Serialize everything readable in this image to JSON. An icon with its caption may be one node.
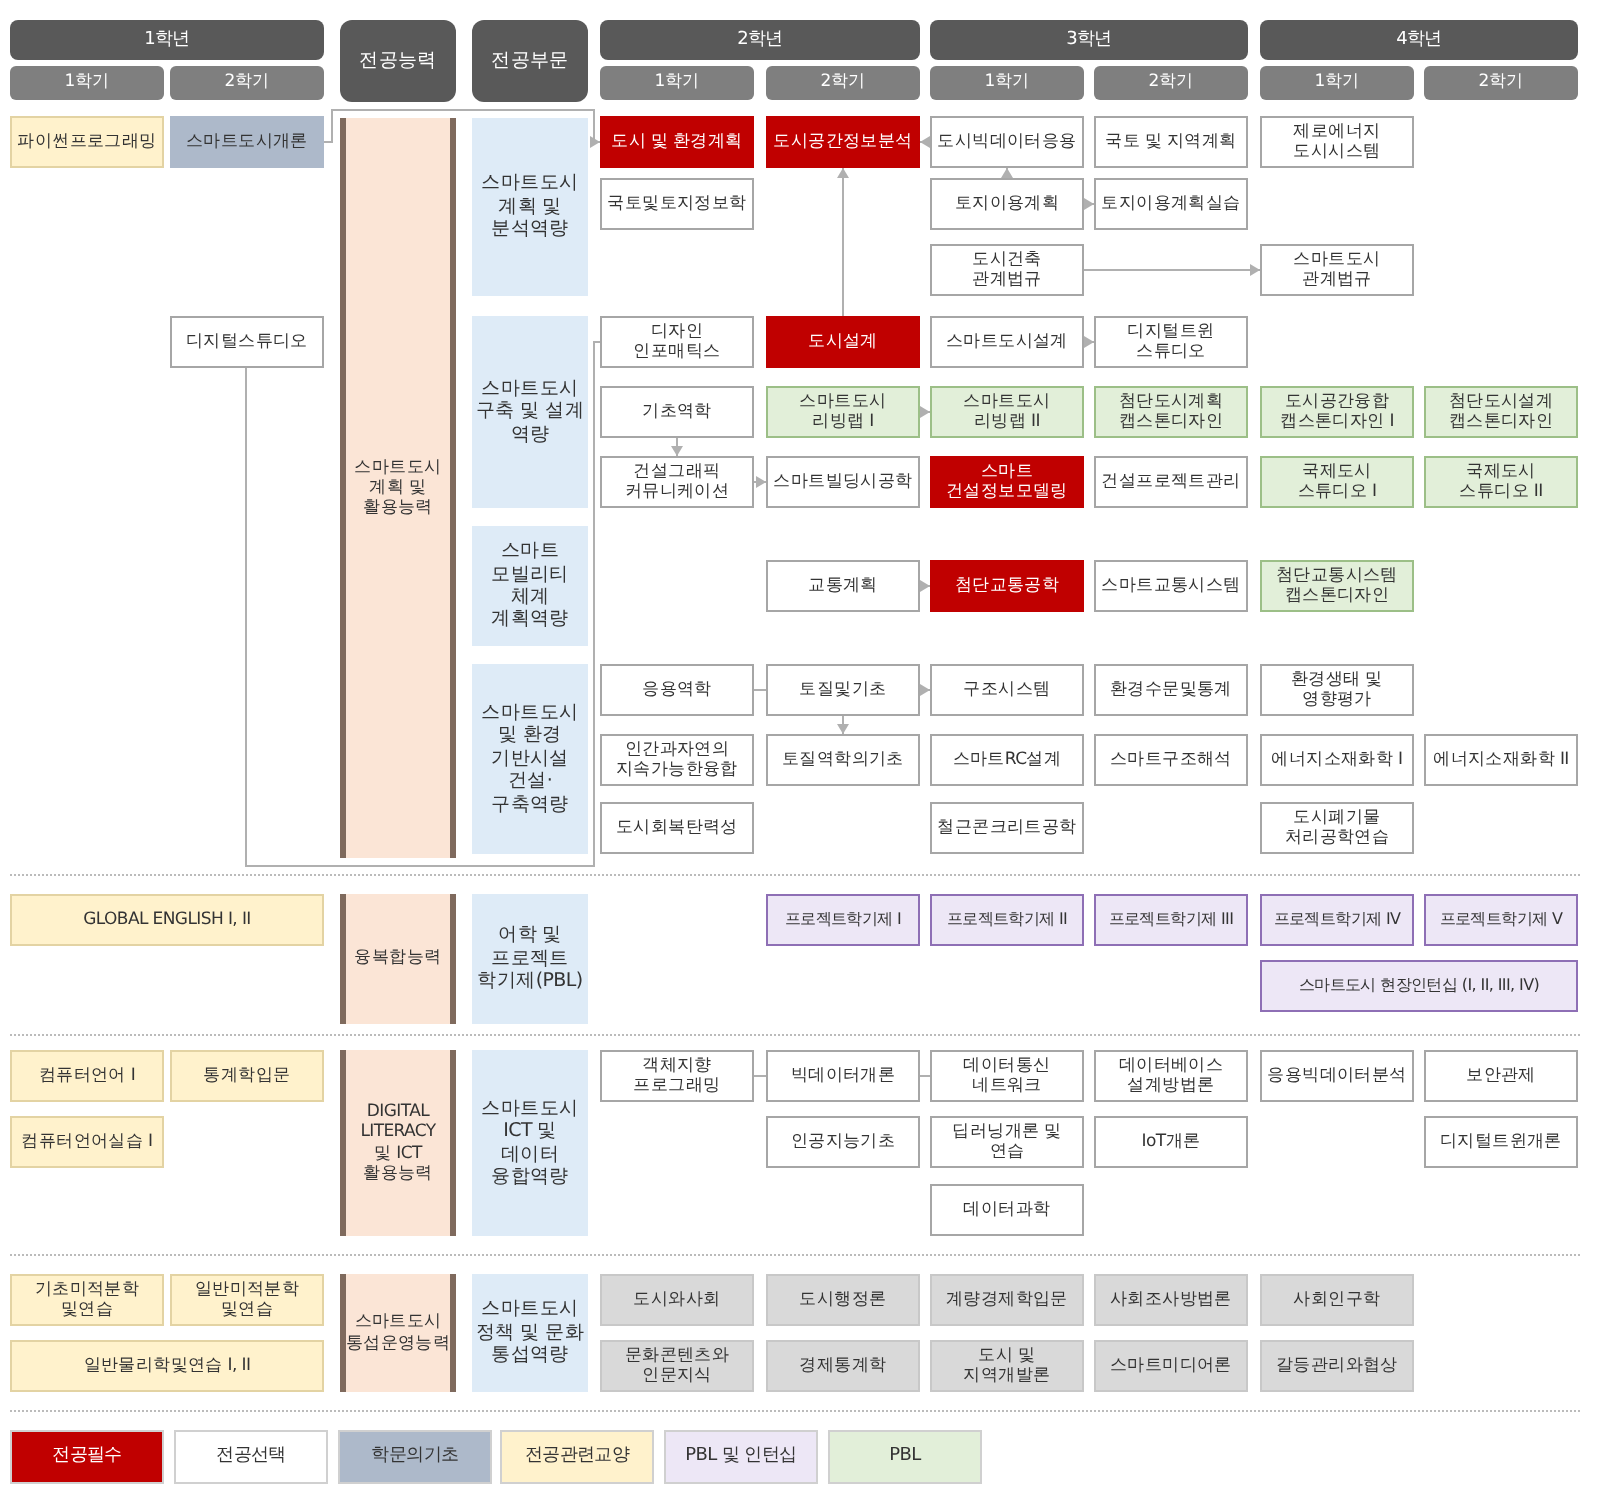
{
  "diagram": {
    "nodes": [
      {
        "text": [
          "1학년"
        ]
      },
      {
        "text": [
          "전공능력"
        ]
      },
      {
        "text": [
          "전공부문"
        ]
      },
      {
        "text": [
          "2학년"
        ]
      },
      {
        "text": [
          "3학년"
        ]
      },
      {
        "text": [
          "4학년"
        ]
      },
      {
        "text": [
          "1학기"
        ]
      },
      {
        "text": [
          "2학기"
        ]
      },
      {
        "text": [
          "1학기"
        ]
      },
      {
        "text": [
          "2학기"
        ]
      },
      {
        "text": [
          "1학기"
        ]
      },
      {
        "text": [
          "2학기"
        ]
      },
      {
        "text": [
          "1학기"
        ]
      },
      {
        "text": [
          "2학기"
        ]
      },
      {
        "text": [
          "파이썬프로그래밍"
        ]
      },
      {
        "text": [
          "스마트도시개론"
        ]
      },
      {
        "text": [
          "스마트도시 계획 및 활용능력"
        ]
      },
      {
        "text": [
          "스마트도시 계획 및 분석역량"
        ]
      },
      {
        "text": [
          "도시 및 환경계획"
        ]
      },
      {
        "text": [
          "도시공간정보분석"
        ]
      },
      {
        "text": [
          "도시빅데이터응용"
        ]
      },
      {
        "text": [
          "국토 및 지역계획"
        ]
      },
      {
        "text": [
          "제로에너지 도시시스템"
        ]
      },
      {
        "text": [
          "국토및토지정보학"
        ]
      },
      {
        "text": [
          "토지이용계획"
        ]
      },
      {
        "text": [
          "토지이용계획실습"
        ]
      },
      {
        "text": [
          "도시건축 관계법규"
        ]
      },
      {
        "text": [
          "스마트도시 관계법규"
        ]
      },
      {
        "text": [
          "디지털스튜디오"
        ]
      },
      {
        "text": [
          "스마트도시 구축 및 설계 역량"
        ]
      },
      {
        "text": [
          "디자인 인포매틱스"
        ]
      },
      {
        "text": [
          "도시설계"
        ]
      },
      {
        "text": [
          "스마트도시설계"
        ]
      },
      {
        "text": [
          "디지털트윈 스튜디오"
        ]
      },
      {
        "text": [
          "기초역학"
        ]
      },
      {
        "text": [
          "스마트도시 리빙랩 I"
        ]
      },
      {
        "text": [
          "스마트도시 리빙랩 II"
        ]
      },
      {
        "text": [
          "첨단도시계획 캡스톤디자인"
        ]
      },
      {
        "text": [
          "도시공간융합 캡스톤디자인 I"
        ]
      },
      {
        "text": [
          "첨단도시설계 캡스톤디자인"
        ]
      },
      {
        "text": [
          "건설그래픽 커뮤니케이션"
        ]
      },
      {
        "text": [
          "스마트빌딩시공학"
        ]
      },
      {
        "text": [
          "스마트 건설정보모델링"
        ]
      },
      {
        "text": [
          "건설프로젝트관리"
        ]
      },
      {
        "text": [
          "국제도시 스튜디오 I"
        ]
      },
      {
        "text": [
          "국제도시 스튜디오 II"
        ]
      },
      {
        "text": [
          "스마트 모빌리티 체계 계획역량"
        ]
      },
      {
        "text": [
          "교통계획"
        ]
      },
      {
        "text": [
          "첨단교통공학"
        ]
      },
      {
        "text": [
          "스마트교통시스템"
        ]
      },
      {
        "text": [
          "첨단교통시스템 캡스톤디자인"
        ]
      },
      {
        "text": [
          "스마트도시 및 환경 기반시설 건설·구축역량"
        ]
      },
      {
        "text": [
          "응용역학"
        ]
      },
      {
        "text": [
          "토질및기초"
        ]
      },
      {
        "text": [
          "구조시스템"
        ]
      },
      {
        "text": [
          "환경수문및통계"
        ]
      },
      {
        "text": [
          "환경생태 및 영향평가"
        ]
      },
      {
        "text": [
          "인간과자연의 지속가능한융합"
        ]
      },
      {
        "text": [
          "토질역학의기초"
        ]
      },
      {
        "text": [
          "스마트RC설계"
        ]
      },
      {
        "text": [
          "스마트구조해석"
        ]
      },
      {
        "text": [
          "에너지소재화학 I"
        ]
      },
      {
        "text": [
          "에너지소재화학 II"
        ]
      },
      {
        "text": [
          "도시회복탄력성"
        ]
      },
      {
        "text": [
          "철근콘크리트공학"
        ]
      },
      {
        "text": [
          "도시폐기물 처리공학연습"
        ]
      },
      {
        "text": [
          "GLOBAL ENGLISH I, II"
        ]
      },
      {
        "text": [
          "융복합능력"
        ]
      },
      {
        "text": [
          "어학 및 프로젝트 학기제(PBL)"
        ]
      },
      {
        "text": [
          "프로젝트학기제 I"
        ]
      },
      {
        "text": [
          "프로젝트학기제 II"
        ]
      },
      {
        "text": [
          "프로젝트학기제 III"
        ]
      },
      {
        "text": [
          "프로젝트학기제 IV"
        ]
      },
      {
        "text": [
          "프로젝트학기제 V"
        ]
      },
      {
        "text": [
          "스마트도시 현장인턴십 (I, II, III, IV)"
        ]
      },
      {
        "text": [
          "컴퓨터언어 I"
        ]
      },
      {
        "text": [
          "통계학입문"
        ]
      },
      {
        "text": [
          "DIGITAL LITERACY 및 ICT 활용능력"
        ]
      },
      {
        "text": [
          "스마트도시 ICT 및 데이터 융합역량"
        ]
      },
      {
        "text": [
          "객체지향 프로그래밍"
        ]
      },
      {
        "text": [
          "빅데이터개론"
        ]
      },
      {
        "text": [
          "데이터통신 네트워크"
        ]
      },
      {
        "text": [
          "데이터베이스 설계방법론"
        ]
      },
      {
        "text": [
          "응용빅데이터분석"
        ]
      },
      {
        "text": [
          "보안관제"
        ]
      },
      {
        "text": [
          "컴퓨터언어실습 I"
        ]
      },
      {
        "text": [
          "인공지능기초"
        ]
      },
      {
        "text": [
          "딥러닝개론 및 연습"
        ]
      },
      {
        "text": [
          "IoT개론"
        ]
      },
      {
        "text": [
          "디지털트윈개론"
        ]
      },
      {
        "text": [
          "데이터과학"
        ]
      },
      {
        "text": [
          "기초미적분학 및연습"
        ]
      },
      {
        "text": [
          "일반미적분학 및연습"
        ]
      },
      {
        "text": [
          "스마트도시 통섭운영능력"
        ]
      },
      {
        "text": [
          "스마트도시 정책 및 문화 통섭역량"
        ]
      },
      {
        "text": [
          "도시와사회"
        ]
      },
      {
        "text": [
          "도시행정론"
        ]
      },
      {
        "text": [
          "계량경제학입문"
        ]
      },
      {
        "text": [
          "사회조사방법론"
        ]
      },
      {
        "text": [
          "사회인구학"
        ]
      },
      {
        "text": [
          "일반물리학및연습 I, II"
        ]
      },
      {
        "text": [
          "문화콘텐츠와 인문지식"
        ]
      },
      {
        "text": [
          "경제통계학"
        ]
      },
      {
        "text": [
          "도시 및 지역개발론"
        ]
      },
      {
        "text": [
          "스마트미디어론"
        ]
      },
      {
        "text": [
          "갈등관리와협상"
        ]
      }
    ],
    "edges": [
      {
        "from": 15,
        "to": 18,
        "arrow": "to"
      },
      {
        "from": 28,
        "to": 30,
        "arrow": "none"
      },
      {
        "from": 20,
        "to": 19,
        "arrow": "to"
      },
      {
        "from": 31,
        "to": 19,
        "arrow": "to"
      },
      {
        "from": 24,
        "to": 20,
        "arrow": "to"
      },
      {
        "from": 24,
        "to": 25,
        "arrow": "to"
      },
      {
        "from": 26,
        "to": 27,
        "arrow": "to"
      },
      {
        "from": 32,
        "to": 33,
        "arrow": "to"
      },
      {
        "from": 35,
        "to": 36,
        "arrow": "to"
      },
      {
        "from": 34,
        "to": 40,
        "arrow": "to"
      },
      {
        "from": 40,
        "to": 41,
        "arrow": "to"
      },
      {
        "from": 47,
        "to": 48,
        "arrow": "to"
      },
      {
        "from": 53,
        "to": 54,
        "arrow": "to"
      },
      {
        "from": 53,
        "to": 58,
        "arrow": "to"
      },
      {
        "from": 52,
        "to": 53,
        "arrow": "none"
      },
      {
        "from": 79,
        "to": 80,
        "arrow": "none"
      },
      {
        "from": 80,
        "to": 81,
        "arrow": "none"
      }
    ],
    "legend": [
      {
        "text": "전공필수",
        "color": "#c00000"
      },
      {
        "text": "전공선택",
        "color": "#ffffff"
      },
      {
        "text": "학문의기초",
        "color": "#adb9ca"
      },
      {
        "text": "전공관련교양",
        "color": "#fff2cc"
      },
      {
        "text": "PBL 및 인턴십",
        "color": "#ede7f6"
      },
      {
        "text": "PBL",
        "color": "#e2efd9"
      }
    ]
  }
}
